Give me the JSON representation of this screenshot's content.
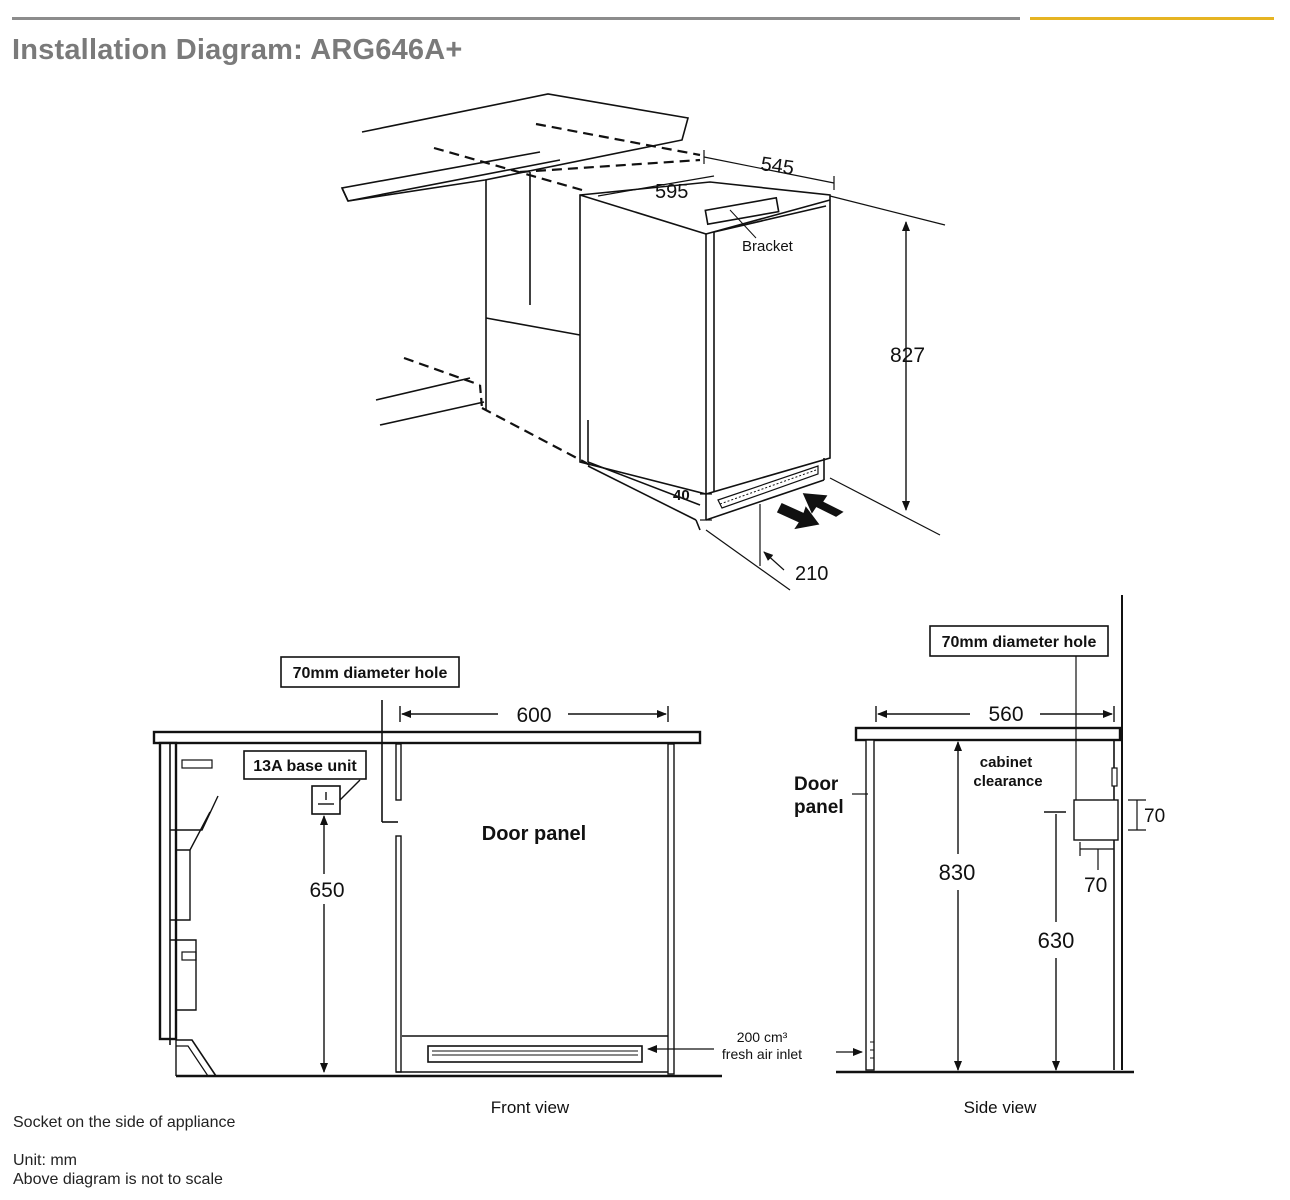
{
  "header": {
    "title": "Installation Diagram:  ARG646A+",
    "accent_colors": {
      "rule_left": "#8c8c8c",
      "rule_right": "#e6b422"
    }
  },
  "iso_view": {
    "depth_label": "545",
    "width_label": "595",
    "height_label": "827",
    "plinth_label": "40",
    "vent_label": "210",
    "bracket_label": "Bracket"
  },
  "front_view": {
    "hole_label": "70mm diameter hole",
    "width_label": "600",
    "socket_label": "13A base unit",
    "socket_height_label": "650",
    "door_label": "Door  panel",
    "air_inlet_line1": "200 cm³",
    "air_inlet_line2": "fresh air inlet",
    "caption": "Front view"
  },
  "side_view": {
    "hole_label": "70mm diameter hole",
    "depth_label": "560",
    "door_line1": "Door",
    "door_line2": "panel",
    "clearance_line1": "cabinet",
    "clearance_line2": "clearance",
    "clearance_height_label": "830",
    "hole_height_label": "630",
    "hole_size_label_a": "70",
    "hole_size_label_b": "70",
    "caption": "Side view"
  },
  "notes": {
    "socket_note": "Socket on the side of appliance",
    "unit_note": "Unit: mm",
    "scale_note": "Above diagram is not to scale"
  }
}
